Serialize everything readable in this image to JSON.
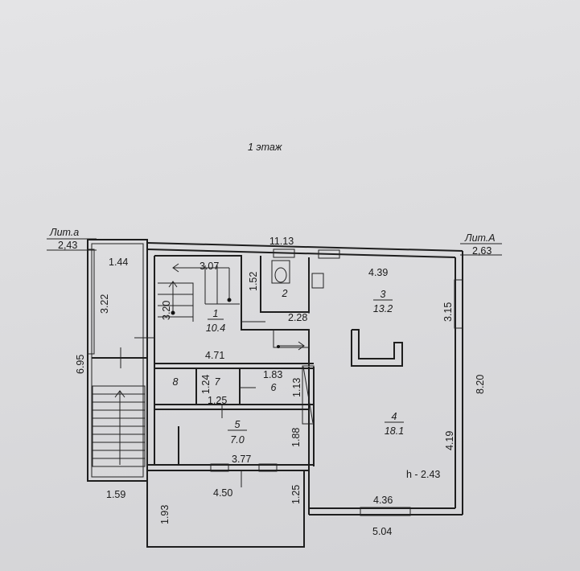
{
  "title": "1 этаж",
  "litera": [
    {
      "name": "Лит.а",
      "value": "2,43"
    },
    {
      "name": "Лит.А",
      "value": "2,63"
    }
  ],
  "dimensions": {
    "top_total": "11.13",
    "left_total": "6.95",
    "right_total": "8.20",
    "bottom_total": "5.04",
    "r1_width": "1.44",
    "r1_height": "3.22",
    "stair_height": "3.20",
    "stair_width": "3.07",
    "wc_height": "1.52",
    "wc_width": "2.28",
    "room3_width": "4.39",
    "room3_height": "3.15",
    "hall_width": "4.71",
    "r7_height": "1.24",
    "r7_width": "1.25",
    "r6_width": "1.83",
    "r6_height": "1.13",
    "r5_height": "1.88",
    "r5_width": "3.77",
    "room4_height": "4.19",
    "room4_width": "4.36",
    "porch_width": "4.50",
    "porch_height": "1.93",
    "porch_right": "1.25",
    "left_bottom": "1.59"
  },
  "rooms": [
    {
      "num": "1",
      "area": "10.4"
    },
    {
      "num": "2",
      "area": ""
    },
    {
      "num": "3",
      "area": "13.2"
    },
    {
      "num": "4",
      "area": "18.1"
    },
    {
      "num": "5",
      "area": "7.0"
    },
    {
      "num": "6",
      "area": ""
    },
    {
      "num": "7",
      "area": ""
    },
    {
      "num": "8",
      "area": ""
    }
  ],
  "ceiling_height": "h - 2.43"
}
